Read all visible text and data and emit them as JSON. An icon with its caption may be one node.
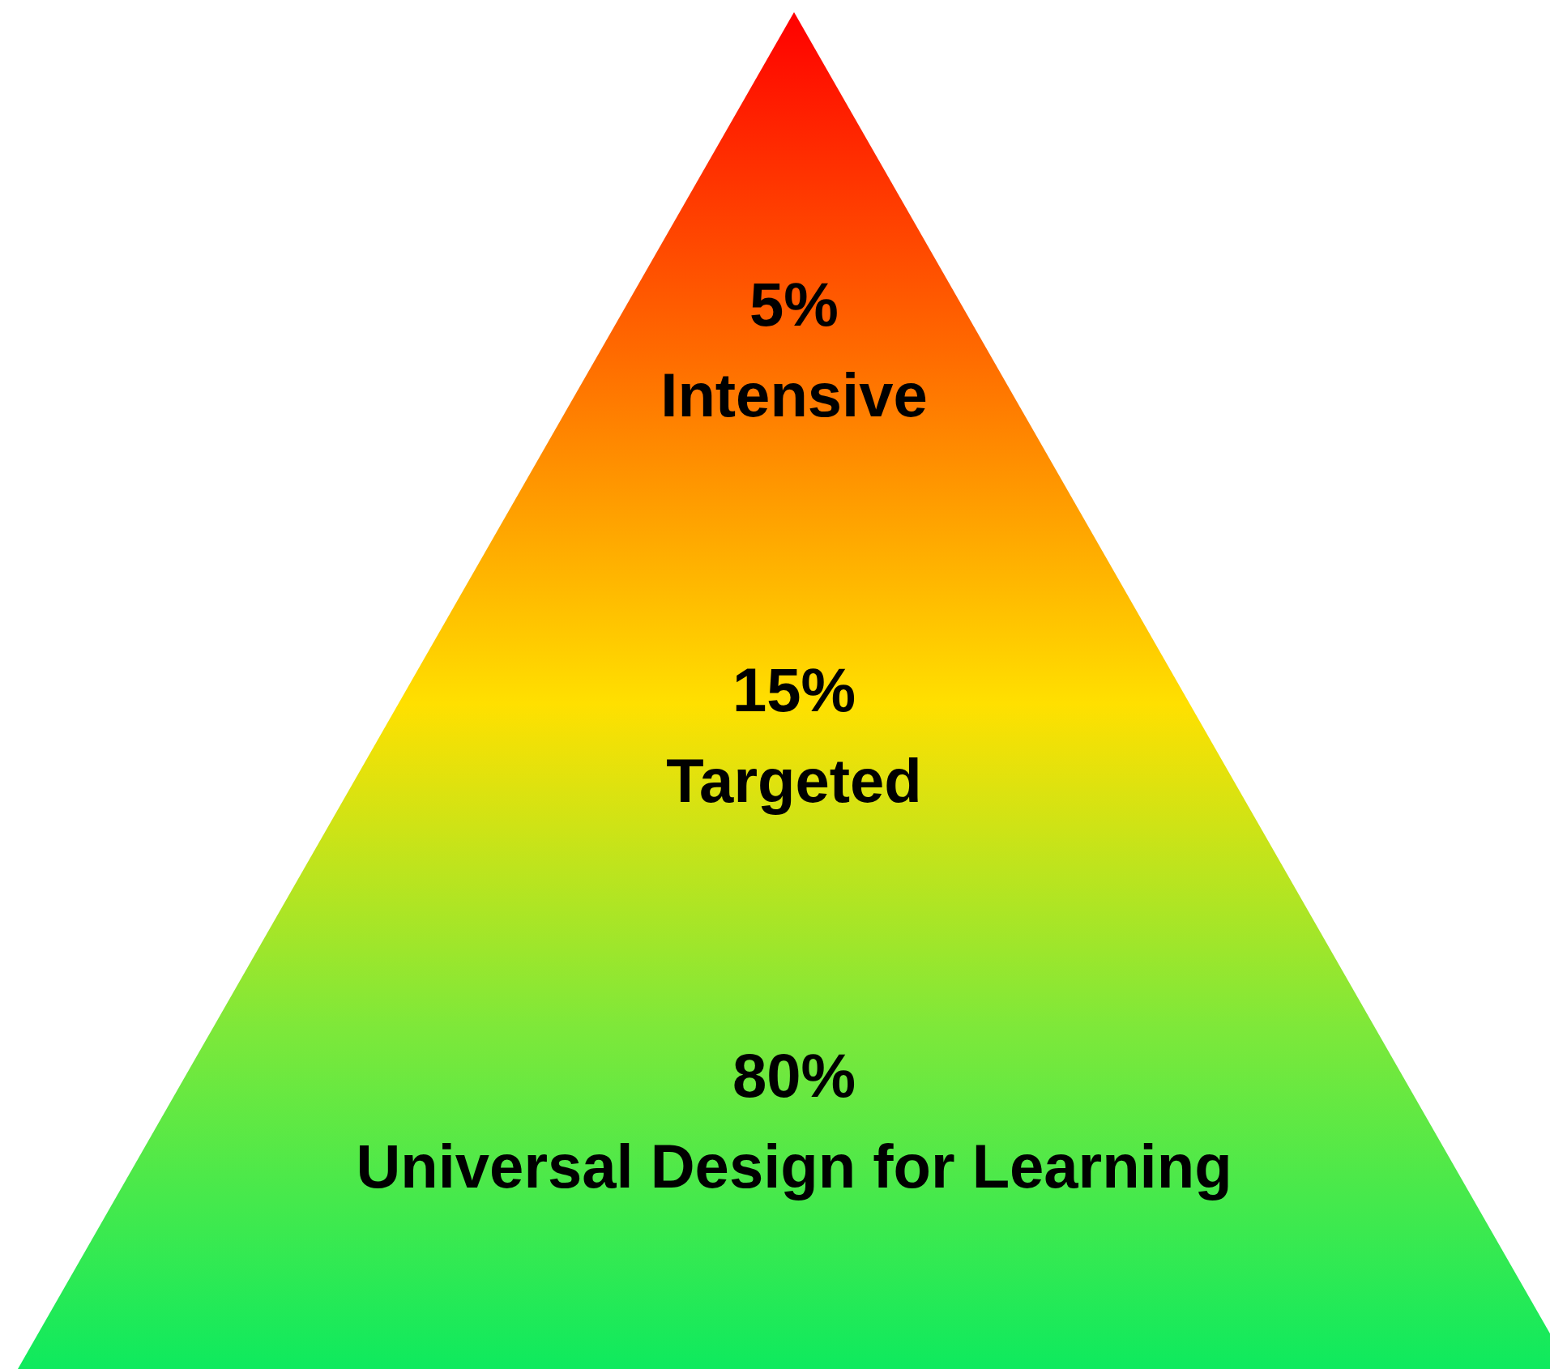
{
  "diagram": {
    "nodes": [
      {
        "text": [
          "5%",
          "Intensive",
          "15%",
          "Targeted",
          "80%",
          "Universal Design for Learning"
        ]
      }
    ]
  }
}
